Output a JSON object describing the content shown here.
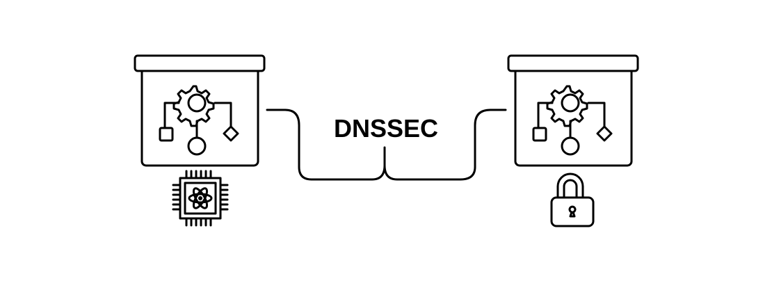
{
  "title": "DNSSEC",
  "nodes": [
    {
      "id": "left-server",
      "icon": "flowchart-gear-icon",
      "badge": "quantum-chip-icon"
    },
    {
      "id": "right-server",
      "icon": "flowchart-gear-icon",
      "badge": "padlock-icon"
    }
  ],
  "colors": {
    "stroke": "#000000",
    "background": "#ffffff"
  }
}
